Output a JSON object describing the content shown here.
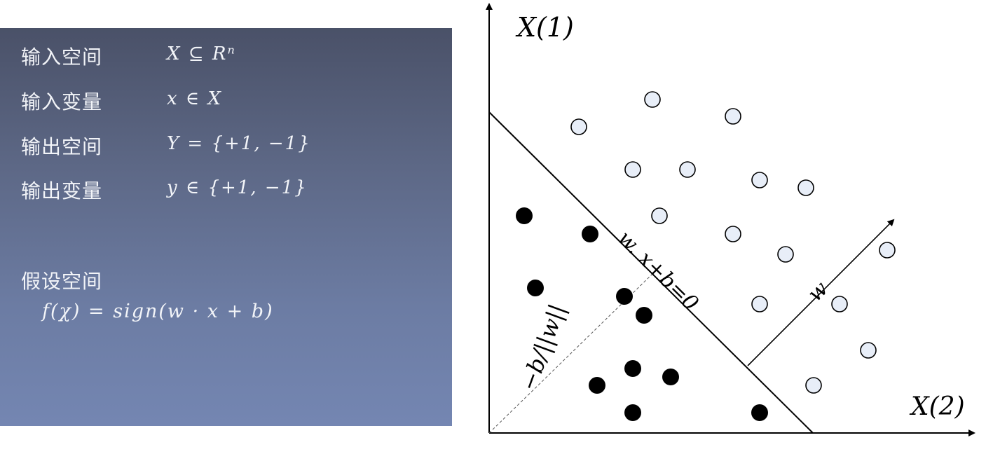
{
  "slide": {
    "rows": [
      {
        "label": "输入空间",
        "math": "X ⊆ Rⁿ"
      },
      {
        "label": "输入变量",
        "math": "x ∈ X"
      },
      {
        "label": "输出空间",
        "math": "Y = {+1, −1}"
      },
      {
        "label": "输出变量",
        "math": "y ∈ {+1, −1}"
      }
    ],
    "hypothesis_label": "假设空间",
    "hypothesis_formula": "f(χ) = sign(w · x + b)"
  },
  "diagram": {
    "y_axis_label": "X(1)",
    "x_axis_label": "X(2)",
    "hyperplane_label": "w. x+b=0",
    "normal_label": "w",
    "distance_label": "−b/||w||",
    "positive_color": "#e8eef8",
    "negative_color": "#000000"
  }
}
